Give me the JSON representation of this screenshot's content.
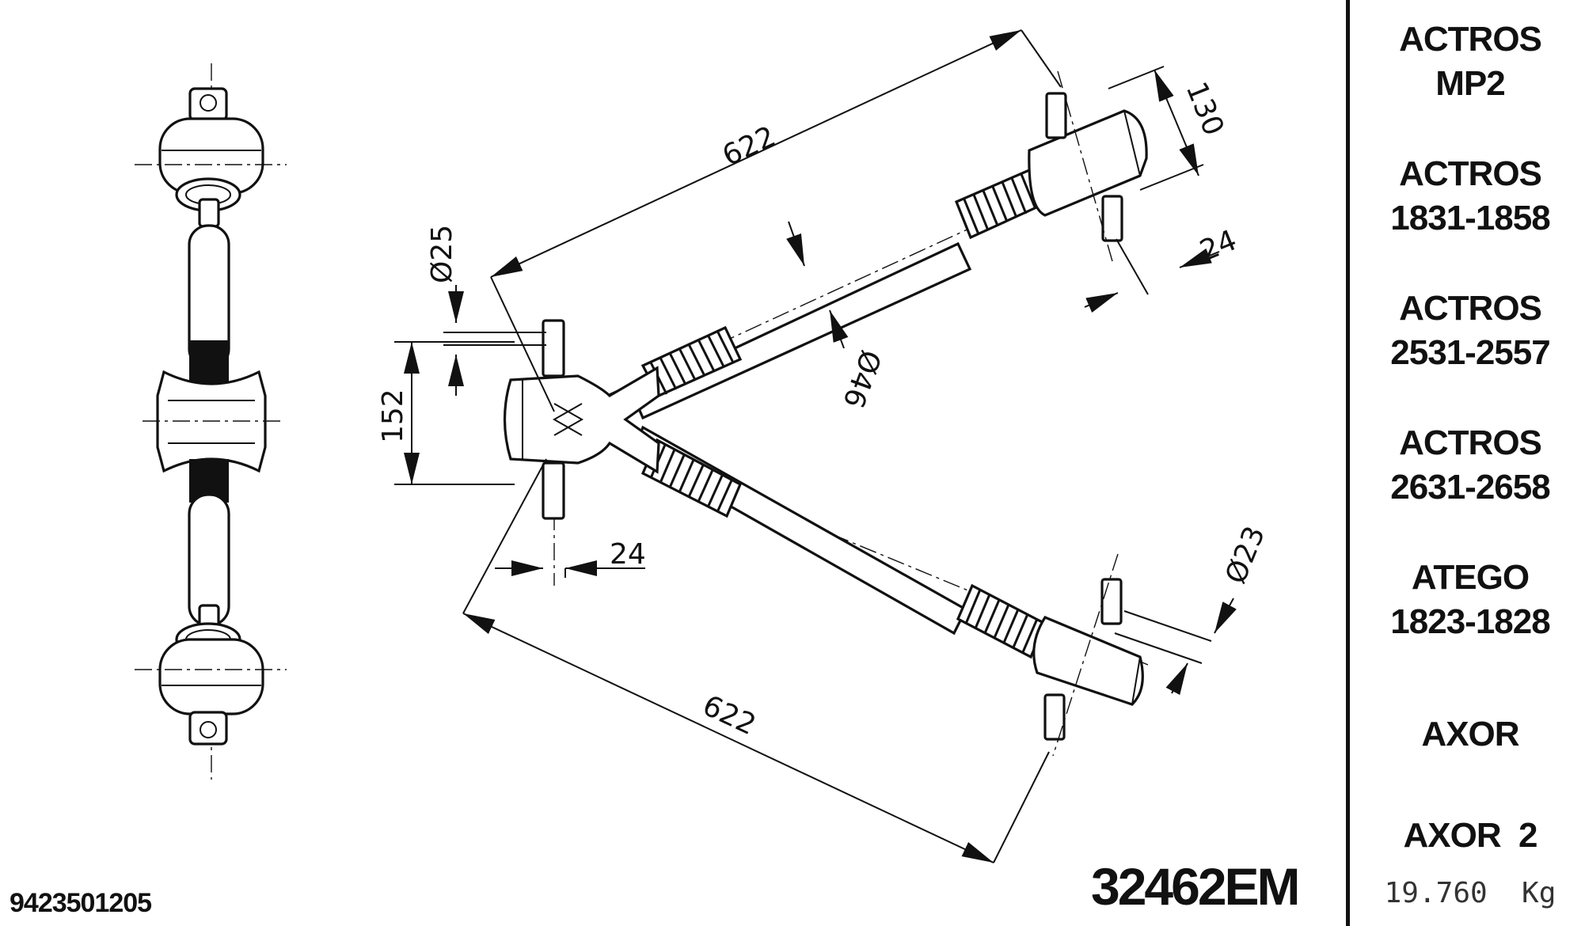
{
  "drawing": {
    "dimensions": {
      "upper_arm_length": "622",
      "lower_arm_length": "622",
      "bush_width": "152",
      "bolt_diameter_left": "Ø25",
      "rod_diameter": "Ø46",
      "end_height": "130",
      "end_offset_right": "24",
      "end_offset_left": "24",
      "bolt_diameter_right": "Ø23"
    }
  },
  "part_number": "9423501205",
  "reference_code": "32462EM",
  "applications": [
    {
      "line1": "ACTROS",
      "line2": "MP2"
    },
    {
      "line1": "ACTROS",
      "line2": "1831-1858"
    },
    {
      "line1": "ACTROS",
      "line2": "2531-2557"
    },
    {
      "line1": "ACTROS",
      "line2": "2631-2658"
    },
    {
      "line1": "ATEGO",
      "line2": "1823-1828"
    },
    {
      "line1": "AXOR",
      "line2": ""
    },
    {
      "line1": "AXOR  2",
      "line2": ""
    }
  ],
  "weight": "19.760  Kg"
}
